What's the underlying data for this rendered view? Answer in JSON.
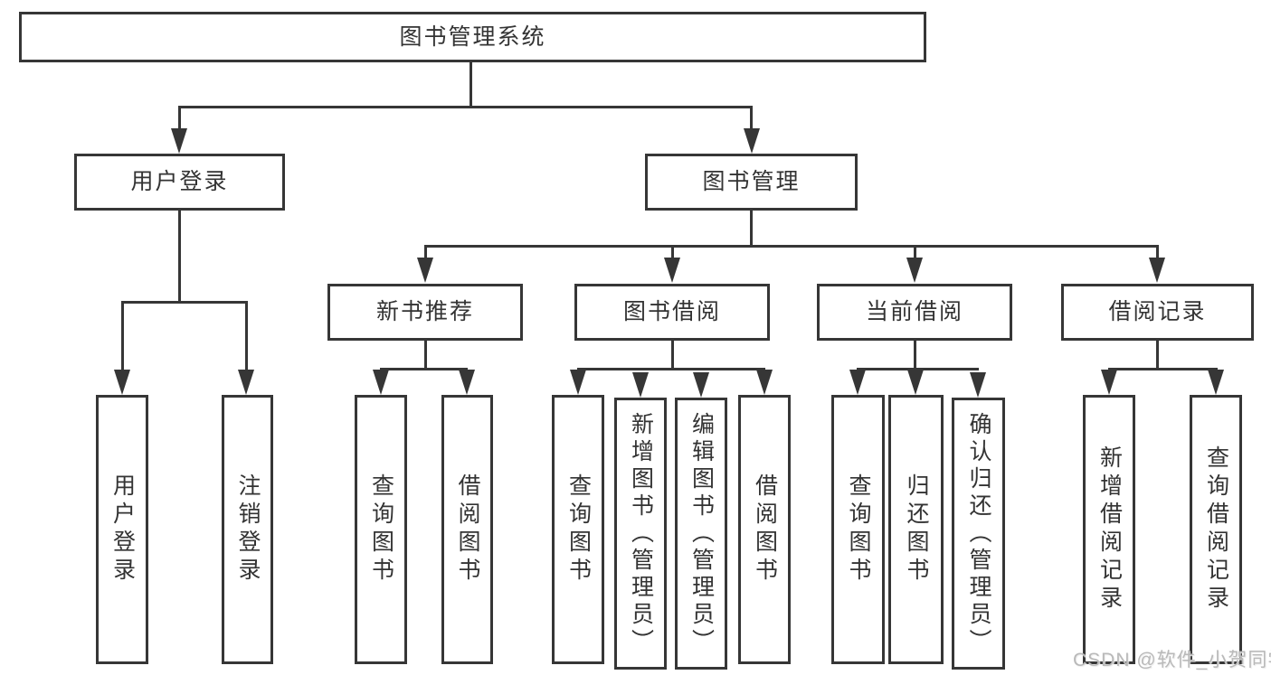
{
  "diagram": {
    "tree": {
      "label": "图书管理系统",
      "children": [
        {
          "label": "用户登录",
          "children": [
            {
              "label": "用户登录"
            },
            {
              "label": "注销登录"
            }
          ]
        },
        {
          "label": "图书管理",
          "children": [
            {
              "label": "新书推荐",
              "children": [
                {
                  "label": "查询图书"
                },
                {
                  "label": "借阅图书"
                }
              ]
            },
            {
              "label": "图书借阅",
              "children": [
                {
                  "label": "查询图书"
                },
                {
                  "label": "新增图书（管理员）"
                },
                {
                  "label": "编辑图书（管理员）"
                },
                {
                  "label": "借阅图书"
                }
              ]
            },
            {
              "label": "当前借阅",
              "children": [
                {
                  "label": "查询图书"
                },
                {
                  "label": "归还图书"
                },
                {
                  "label": "确认归还（管理员）"
                }
              ]
            },
            {
              "label": "借阅记录",
              "children": [
                {
                  "label": "新增借阅记录"
                },
                {
                  "label": "查询借阅记录"
                }
              ]
            }
          ]
        }
      ]
    }
  },
  "watermark": {
    "text": "CSDN @软件_小贺同学"
  },
  "colors": {
    "line": "#363636",
    "text": "#333333",
    "watermark": "#b9b9b9",
    "background": "#ffffff"
  }
}
